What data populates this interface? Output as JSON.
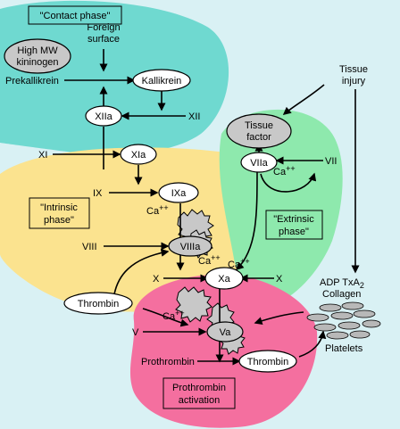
{
  "colors": {
    "background": "#d9f1f4",
    "contact_region": "#6fd9d0",
    "intrinsic_region": "#fbe38f",
    "extrinsic_region": "#8ee9ad",
    "prothrombin_region": "#f46f9f",
    "grey_node": "#c8c8c8",
    "white_node": "#ffffff"
  },
  "boxes": {
    "contact_phase": "\"Contact phase\"",
    "intrinsic_phase_1": "\"Intrinsic",
    "intrinsic_phase_2": "phase\"",
    "extrinsic_phase_1": "\"Extrinsic",
    "extrinsic_phase_2": "phase\"",
    "prothrombin_activation_1": "Prothrombin",
    "prothrombin_activation_2": "activation"
  },
  "nodes": {
    "hmw_kininogen_1": "High MW",
    "hmw_kininogen_2": "kininogen",
    "kallikrein": "Kallikrein",
    "xiia": "XIIa",
    "xia": "XIa",
    "ixa": "IXa",
    "viiia": "VIIIa",
    "xa": "Xa",
    "va": "Va",
    "thrombin_left": "Thrombin",
    "thrombin_bottom": "Thrombin",
    "tissue_factor_1": "Tissue",
    "tissue_factor_2": "factor",
    "viia": "VIIa"
  },
  "labels": {
    "foreign_surface_1": "Foreign",
    "foreign_surface_2": "surface",
    "prekallikrein": "Prekallikrein",
    "xii": "XII",
    "xi": "XI",
    "ix": "IX",
    "viii": "VIII",
    "x_left": "X",
    "x_right": "X",
    "v": "V",
    "vii": "VII",
    "prothrombin": "Prothrombin",
    "tissue_injury_1": "Tissue",
    "tissue_injury_2": "injury",
    "adp_txa2_collagen_1": "ADP TxA",
    "adp_txa2_collagen_sub": "2",
    "adp_txa2_collagen_2": "Collagen",
    "platelets": "Platelets",
    "ca": "Ca",
    "ca_sup": "++"
  }
}
